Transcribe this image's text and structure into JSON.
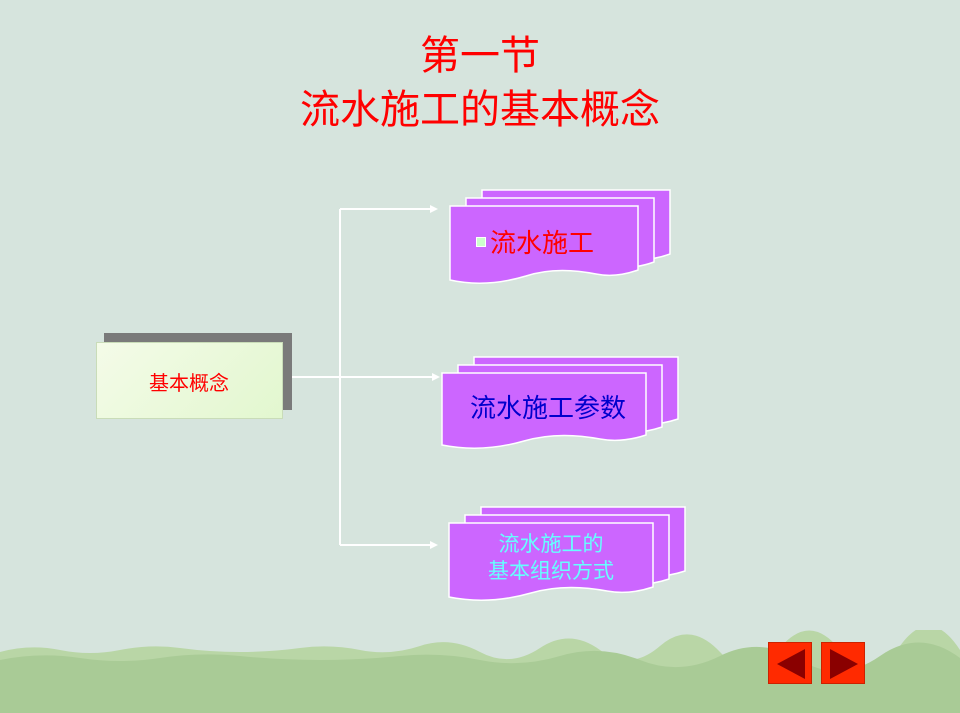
{
  "slide": {
    "title_line1": "第一节",
    "title_line2": "流水施工的基本概念"
  },
  "diagram": {
    "root": "基本概念",
    "branches": [
      {
        "label": "流水施工",
        "color": "#ff0000",
        "bullet": true
      },
      {
        "label": "流水施工参数",
        "color": "#0000cc",
        "bullet": false
      },
      {
        "label_line1": "流水施工的",
        "label_line2": "基本组织方式",
        "color": "#66ffff",
        "bullet": false
      }
    ]
  },
  "navigation": {
    "prev_icon": "triangle-left-icon",
    "next_icon": "triangle-right-icon"
  },
  "colors": {
    "background": "#d6e4dd",
    "title": "#ff0000",
    "card_fill": "#cc66ff",
    "wave": "#a9cb96",
    "nav_button": "#ff2a00"
  }
}
